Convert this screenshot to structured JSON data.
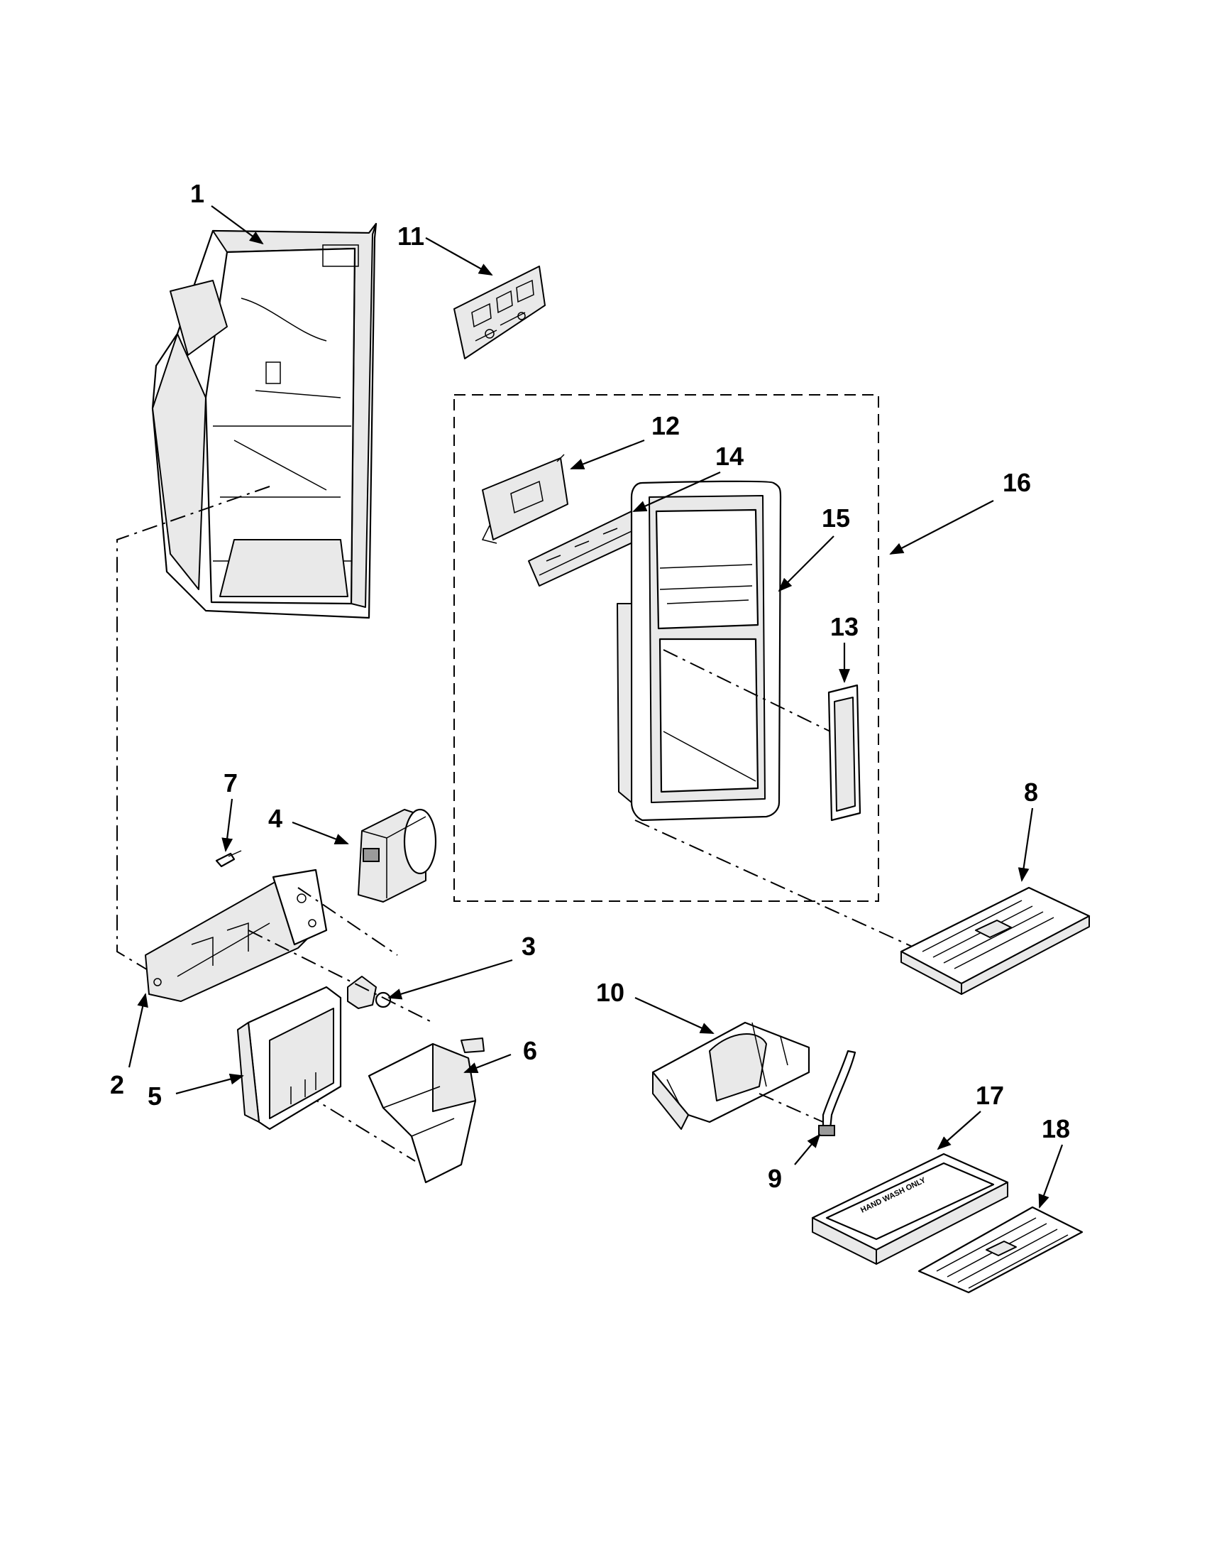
{
  "diagram": {
    "part_callouts": [
      "1",
      "2",
      "3",
      "4",
      "5",
      "6",
      "7",
      "8",
      "9",
      "10",
      "11",
      "12",
      "13",
      "14",
      "15",
      "16",
      "17",
      "18"
    ],
    "drip_tray_marking": "HAND WASH ONLY"
  }
}
